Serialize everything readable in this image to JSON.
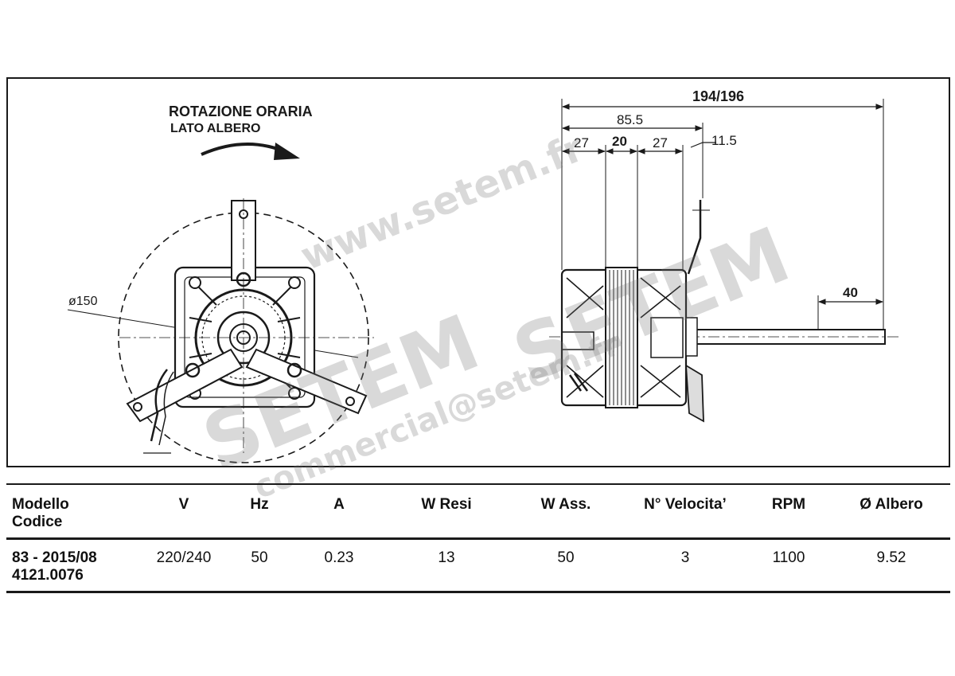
{
  "drawing": {
    "rotation_line1": "ROTAZIONE ORARIA",
    "rotation_line2": "LATO ALBERO",
    "diameter_label": "ø150",
    "dim_total": "194/196",
    "dim_85": "85.5",
    "dim_27a": "27",
    "dim_20": "20",
    "dim_27b": "27",
    "dim_11": "11.5",
    "dim_40": "40"
  },
  "watermark": {
    "url": "www.setem.fr",
    "brand": "SETEM",
    "email": "commercial@setem.fr"
  },
  "table": {
    "headers": {
      "modello": "Modello",
      "codice": "Codice",
      "v": "V",
      "hz": "Hz",
      "a": "A",
      "w_resi": "W Resi",
      "w_ass": "W Ass.",
      "velocita": "N° Velocita’",
      "rpm": "RPM",
      "albero": "Ø Albero"
    },
    "row": {
      "modello": "83 - 2015/08",
      "codice": "4121.0076",
      "v": "220/240",
      "hz": "50",
      "a": "0.23",
      "w_resi": "13",
      "w_ass": "50",
      "velocita": "3",
      "rpm": "1100",
      "albero": "9.52"
    }
  }
}
